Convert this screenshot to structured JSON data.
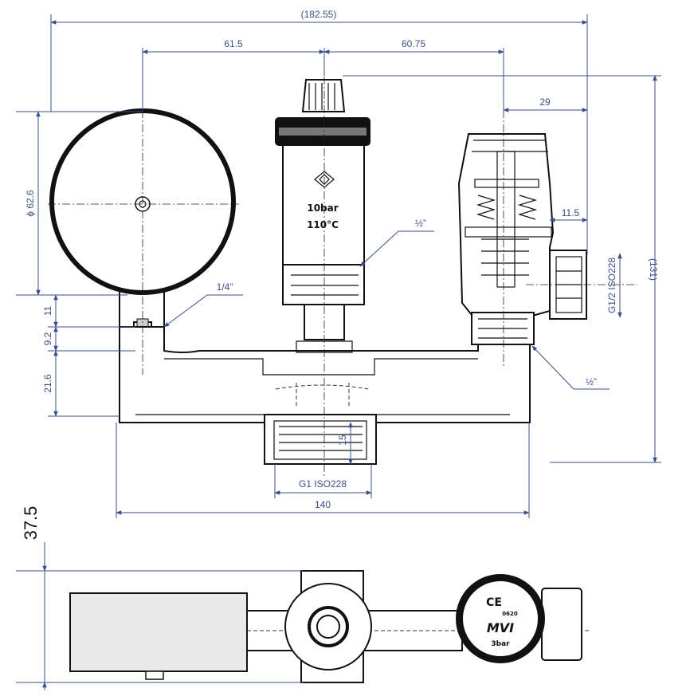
{
  "dimensions": {
    "overall_width": "(182.55)",
    "gauge_offset": "61.5",
    "valve_offset": "60.75",
    "right_29": "29",
    "right_11_5": "11.5",
    "overall_height": "(131)",
    "gauge_diameter": "ϕ 62.6",
    "dim_11": "11",
    "dim_9_2": "9.2",
    "dim_21_6": "21.6",
    "dim_15": "15",
    "bottom_thread": "G1  ISO228",
    "base_width": "140",
    "side_thread": "G1/2  ISO228",
    "thread_quarter": "1/4”",
    "thread_half_top": "½”",
    "thread_half_right": "½”",
    "side_view_height": "37.5"
  },
  "markings": {
    "pressure_rating": "10bar",
    "temperature_rating": "110°C",
    "ce_mark": "CE",
    "ce_number": "0620",
    "brand": "MVI",
    "safety_valve_pressure": "3bar"
  }
}
